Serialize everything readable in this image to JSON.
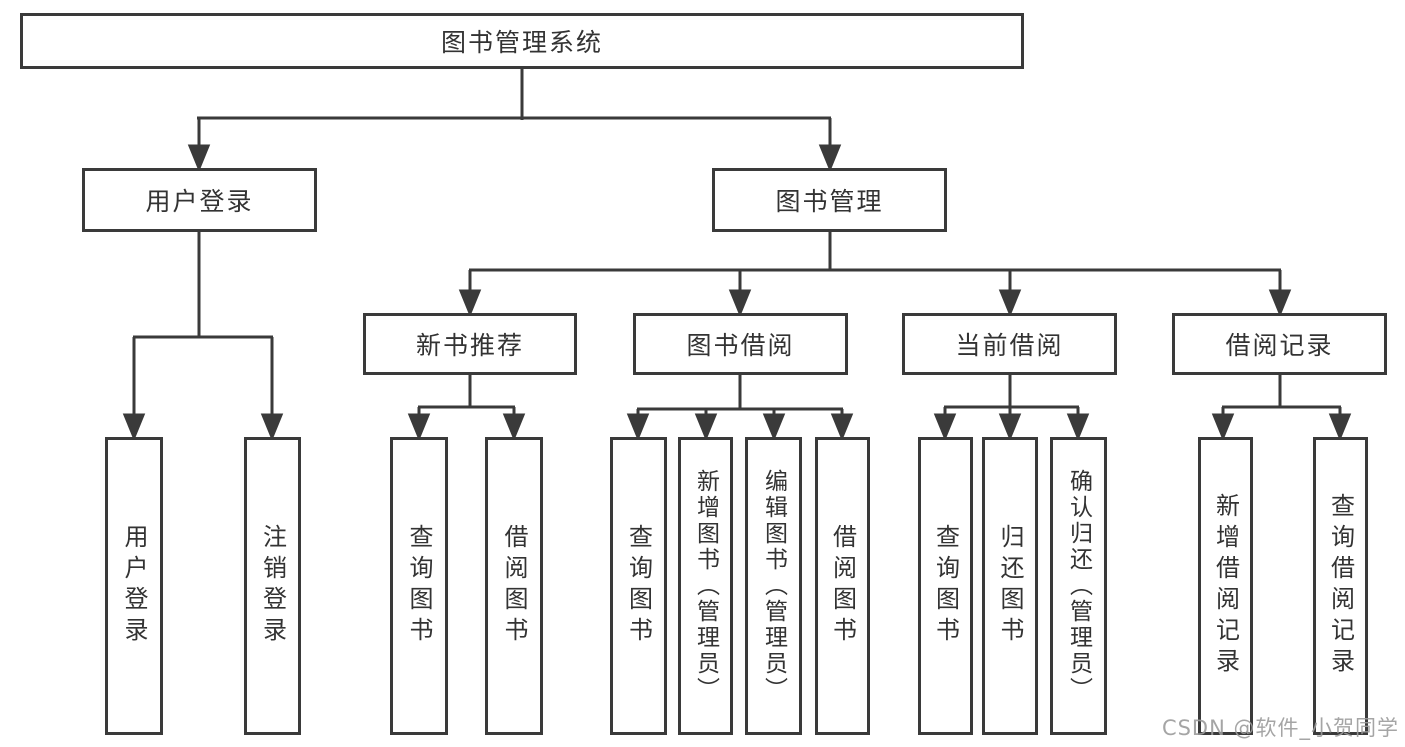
{
  "tree": {
    "label": "图书管理系统",
    "children": [
      {
        "label": "用户登录",
        "children": [
          {
            "label": "用户登录"
          },
          {
            "label": "注销登录"
          }
        ]
      },
      {
        "label": "图书管理",
        "children": [
          {
            "label": "新书推荐",
            "children": [
              {
                "label": "查询图书"
              },
              {
                "label": "借阅图书"
              }
            ]
          },
          {
            "label": "图书借阅",
            "children": [
              {
                "label": "查询图书"
              },
              {
                "label": "新增图书（管理员）"
              },
              {
                "label": "编辑图书（管理员）"
              },
              {
                "label": "借阅图书"
              }
            ]
          },
          {
            "label": "当前借阅",
            "children": [
              {
                "label": "查询图书"
              },
              {
                "label": "归还图书"
              },
              {
                "label": "确认归还（管理员）"
              }
            ]
          },
          {
            "label": "借阅记录",
            "children": [
              {
                "label": "新增借阅记录"
              },
              {
                "label": "查询借阅记录"
              }
            ]
          }
        ]
      }
    ]
  },
  "watermark": "CSDN @软件_小贺同学",
  "colors": {
    "line": "#3a3a3a",
    "border": "#3a3a3a",
    "text": "#333333",
    "watermark": "#9c9c9c",
    "background": "#ffffff"
  }
}
